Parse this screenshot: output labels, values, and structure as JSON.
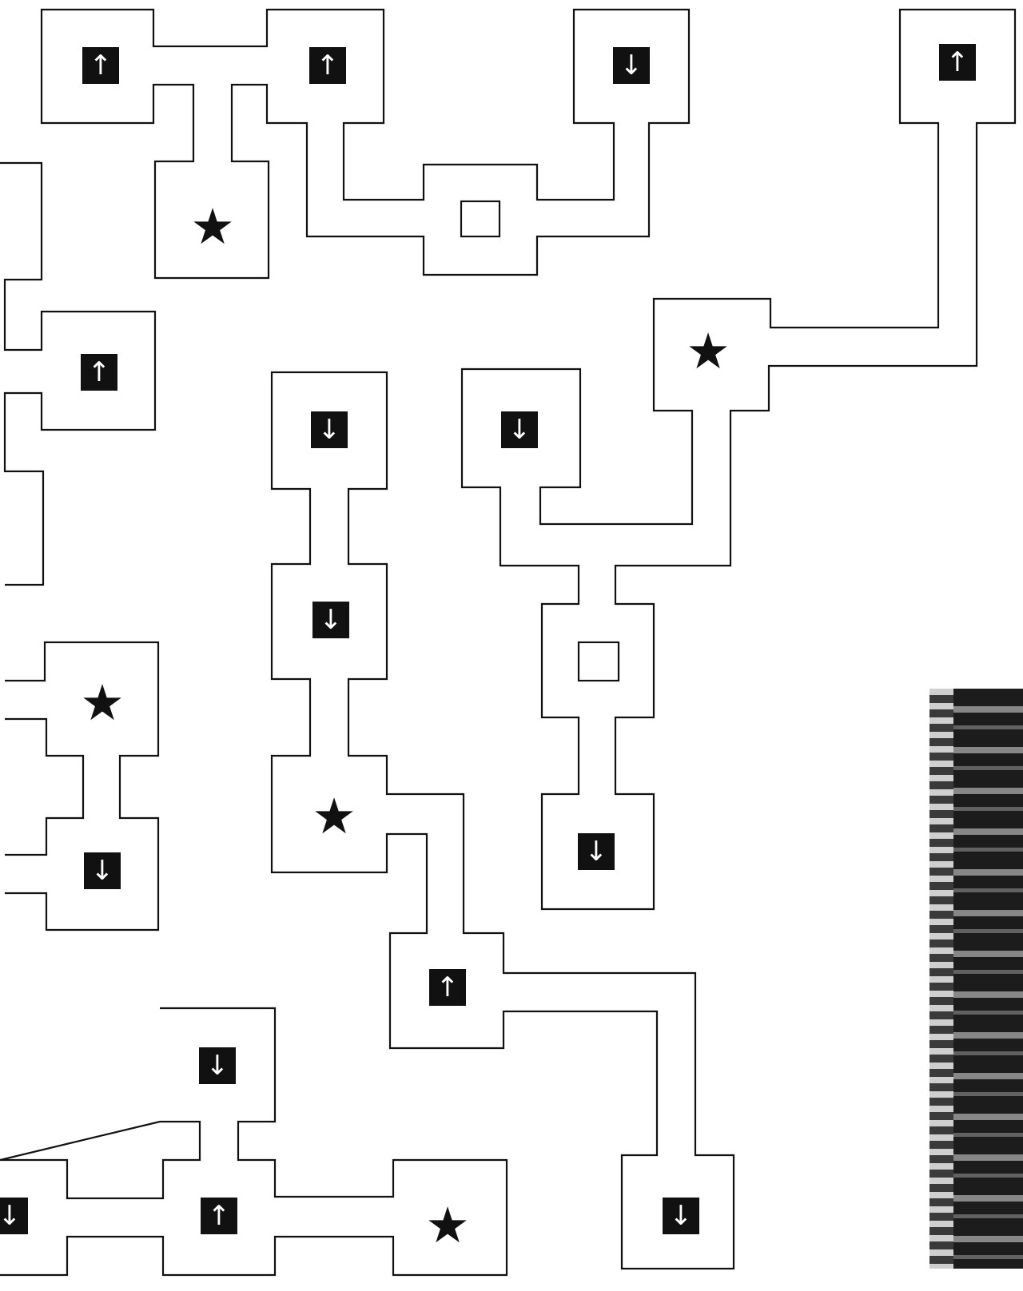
{
  "map": {
    "legend": {
      "up": "↑",
      "down": "↓",
      "star": "★",
      "empty": ""
    },
    "tiles": [
      {
        "id": "r1",
        "type": "up"
      },
      {
        "id": "r2",
        "type": "up"
      },
      {
        "id": "r3",
        "type": "down"
      },
      {
        "id": "r4",
        "type": "up"
      },
      {
        "id": "r5",
        "type": "star"
      },
      {
        "id": "r6",
        "type": "empty"
      },
      {
        "id": "r7",
        "type": "up"
      },
      {
        "id": "r8",
        "type": "star"
      },
      {
        "id": "r9",
        "type": "down"
      },
      {
        "id": "r10",
        "type": "down"
      },
      {
        "id": "r11",
        "type": "down"
      },
      {
        "id": "r12",
        "type": "empty"
      },
      {
        "id": "r13",
        "type": "star"
      },
      {
        "id": "r14",
        "type": "star"
      },
      {
        "id": "r15",
        "type": "down"
      },
      {
        "id": "r16",
        "type": "down"
      },
      {
        "id": "r17",
        "type": "up"
      },
      {
        "id": "r18",
        "type": "down"
      },
      {
        "id": "r19",
        "type": "down"
      },
      {
        "id": "r20",
        "type": "up"
      },
      {
        "id": "r21",
        "type": "star"
      },
      {
        "id": "r22",
        "type": "down"
      }
    ]
  },
  "colors": {
    "wall": "#111111",
    "floor": "#ffffff",
    "tile": "#111111"
  }
}
